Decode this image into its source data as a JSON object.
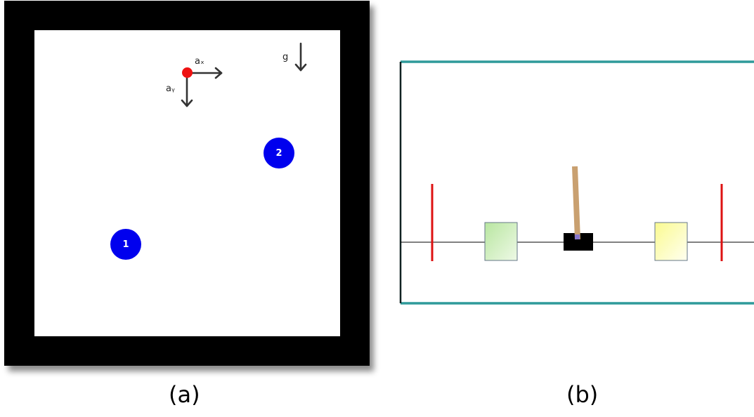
{
  "panel_a": {
    "balls": [
      {
        "label": "1",
        "color": "#0000ee"
      },
      {
        "label": "2",
        "color": "#0000ee"
      }
    ],
    "agent_color": "#ee1111",
    "labels": {
      "ax": "aₓ",
      "ay": "aᵧ",
      "g": "g"
    },
    "caption": "(a)"
  },
  "panel_b": {
    "border_color": "#2f9a9a",
    "limit_color": "#dd1111",
    "target_left_color": "#c8eeb0",
    "target_right_color": "#fcfba8",
    "pole_color": "#c9a070",
    "cart_color": "#000000",
    "caption": "(b)"
  }
}
